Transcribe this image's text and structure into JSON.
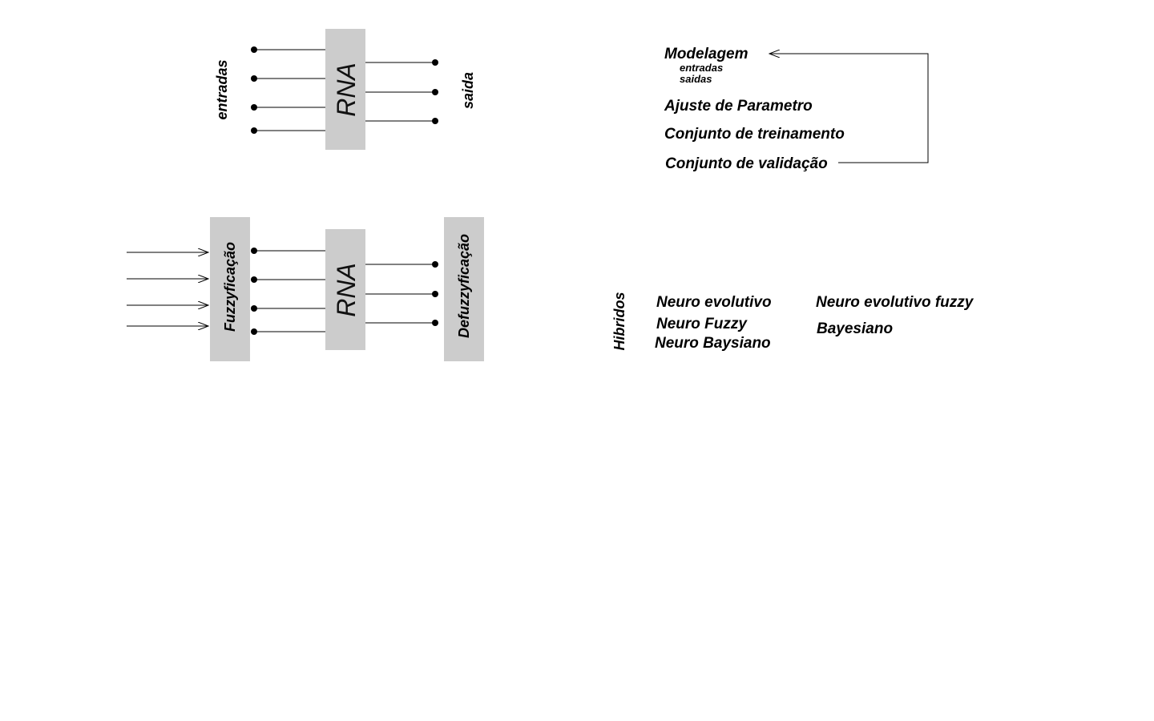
{
  "diagram1": {
    "inputs_label": "entradas",
    "block_label": "RNA",
    "output_label": "saida"
  },
  "diagram2": {
    "fuzzy_label": "Fuzzyficação",
    "block_label": "RNA",
    "defuzzy_label": "Defuzzyficação"
  },
  "steps": {
    "modelagem": "Modelagem",
    "sub_entradas": "entradas",
    "sub_saidas": "saidas",
    "ajuste": "Ajuste de Parametro",
    "treinamento": "Conjunto de treinamento",
    "validacao": "Conjunto de validação"
  },
  "hybrids": {
    "heading": "Hibridos",
    "heading_color": "#ff0000",
    "items": [
      "Neuro evolutivo",
      "Neuro Fuzzy",
      "Neuro Baysiano",
      "Neuro evolutivo fuzzy",
      "Bayesiano"
    ]
  }
}
